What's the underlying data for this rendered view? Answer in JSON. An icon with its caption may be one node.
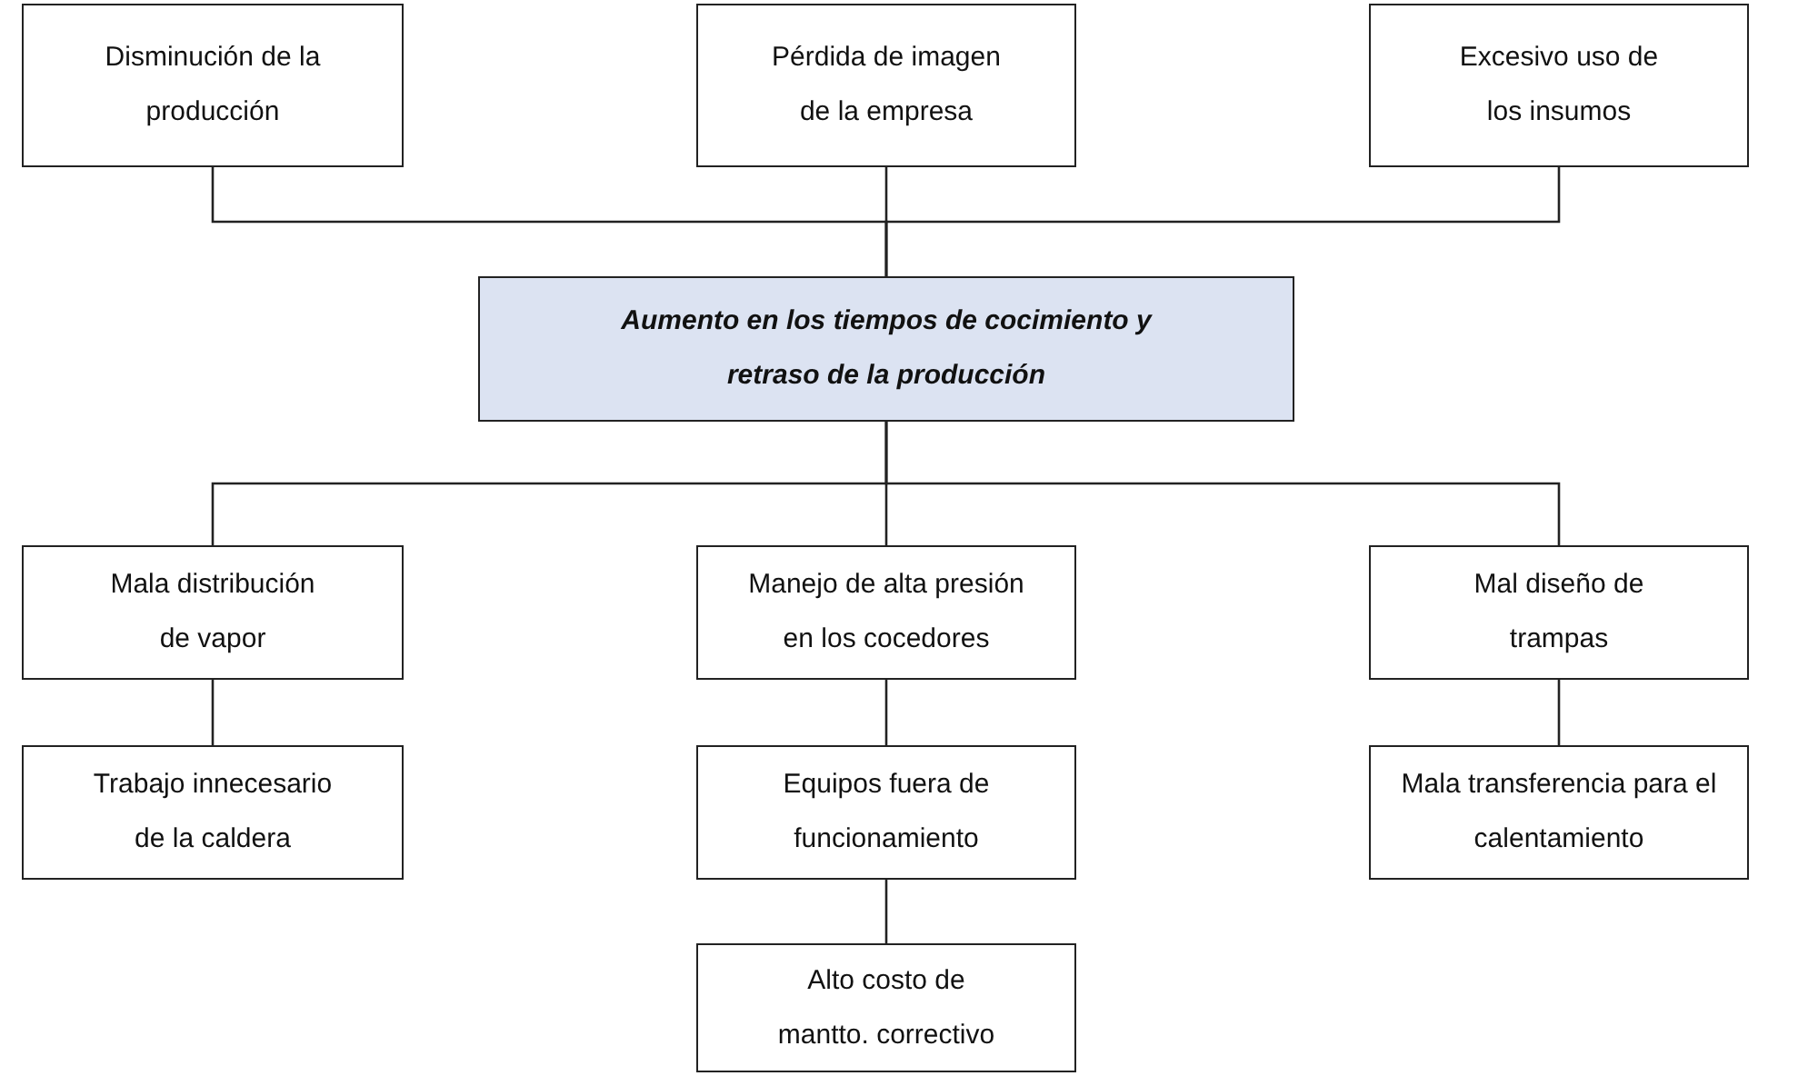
{
  "diagram": {
    "nodes": [
      {
        "text": [
          "Disminución de la producción"
        ]
      },
      {
        "text": [
          "Pérdida de imagen de la empresa"
        ]
      },
      {
        "text": [
          "Excesivo uso de los insumos"
        ]
      },
      {
        "text": [
          "Aumento en los tiempos de cocimiento y retraso de la producción"
        ]
      },
      {
        "text": [
          "Mala distribución de vapor"
        ]
      },
      {
        "text": [
          "Manejo de alta presión en los cocedores"
        ]
      },
      {
        "text": [
          "Mal diseño de trampas"
        ]
      },
      {
        "text": [
          "Trabajo innecesario de la caldera"
        ]
      },
      {
        "text": [
          "Equipos fuera de funcionamiento"
        ]
      },
      {
        "text": [
          "Mala transferencia para el calentamiento"
        ]
      },
      {
        "text": [
          "Alto costo de mantto. correctivo"
        ]
      }
    ],
    "edges": [
      {
        "from": 3,
        "to": 0,
        "arrow": "none"
      },
      {
        "from": 3,
        "to": 1,
        "arrow": "none"
      },
      {
        "from": 3,
        "to": 2,
        "arrow": "none"
      },
      {
        "from": 3,
        "to": 4,
        "arrow": "none"
      },
      {
        "from": 3,
        "to": 5,
        "arrow": "none"
      },
      {
        "from": 3,
        "to": 6,
        "arrow": "none"
      },
      {
        "from": 4,
        "to": 7,
        "arrow": "none"
      },
      {
        "from": 5,
        "to": 8,
        "arrow": "none"
      },
      {
        "from": 6,
        "to": 9,
        "arrow": "none"
      },
      {
        "from": 8,
        "to": 10,
        "arrow": "none"
      }
    ]
  }
}
